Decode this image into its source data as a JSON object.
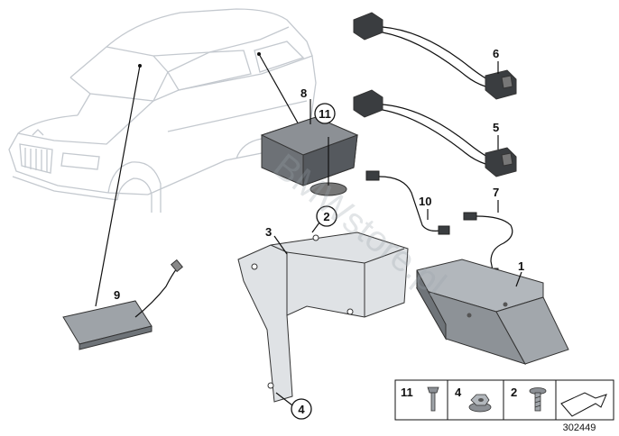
{
  "callouts": {
    "c1": "1",
    "c2": "2",
    "c3": "3",
    "c4": "4",
    "c5": "5",
    "c6": "6",
    "c7": "7",
    "c8": "8",
    "c9": "9",
    "c10": "10",
    "c11": "11"
  },
  "legend": {
    "items": [
      {
        "label": "11",
        "icon": "screw-icon"
      },
      {
        "label": "4",
        "icon": "nut-icon"
      },
      {
        "label": "2",
        "icon": "bolt-icon"
      }
    ],
    "arrow_icon": "direction-arrow-icon"
  },
  "watermark": "BMWstore.pl",
  "doc_number": "302449"
}
